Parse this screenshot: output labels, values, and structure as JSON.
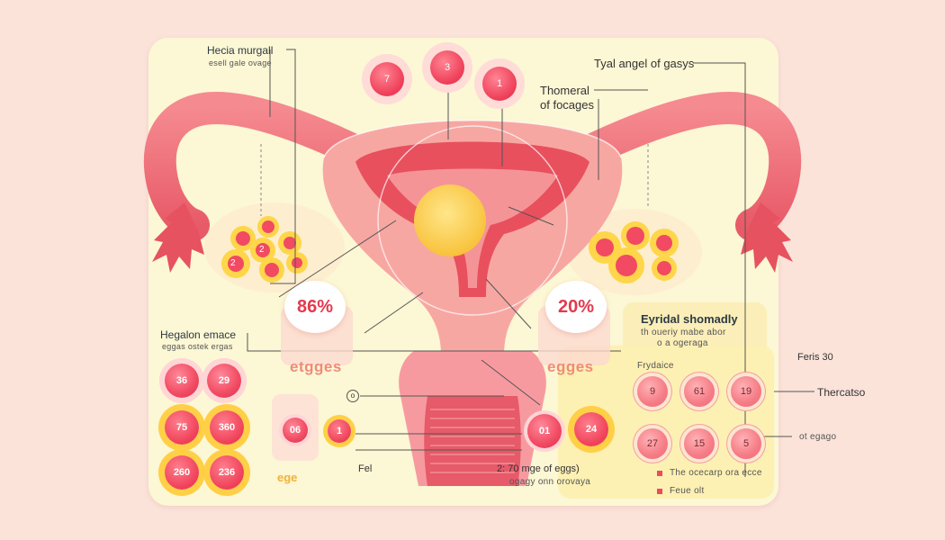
{
  "labels": {
    "top_left_title": "Hecia murgall",
    "top_left_sub": "esell gale ovage",
    "top_right_title": "Tyal angel of gasys",
    "thomeral_1": "Thomeral",
    "thomeral_2": "of focages",
    "left_mid_title": "Hegalon emace",
    "left_mid_sub": "eggas ostek ergas",
    "right_mid_title": "Eyridal shomadly",
    "right_mid_sub_1": "th oueriy mabe abor",
    "right_mid_sub_2": "o a ogeraga",
    "frydaice": "Frydaice",
    "feris": "Feris 30",
    "thercatso": "Thercatso",
    "ot_egago": "ot egago",
    "ege": "ege",
    "fel": "Fel",
    "bottom_caption_1": "2: 70 mge of eggs)",
    "bottom_caption_2": "ogagy onn orovaya",
    "key_1": "The ocecarp ora ecce",
    "key_2": "Feue olt",
    "circle_q": "o"
  },
  "percentages": {
    "left": "86%",
    "right": "20%"
  },
  "egg_words": {
    "left": "etgges",
    "right": "egges"
  },
  "top_eggs": [
    "7",
    "3",
    "1"
  ],
  "left_grid": [
    "36",
    "29",
    "75",
    "360",
    "260",
    "236"
  ],
  "center_eggs": [
    "06",
    "1"
  ],
  "bottom_pair": [
    "01",
    "24"
  ],
  "right_grid": [
    "9",
    "61",
    "19",
    "27",
    "15",
    "5"
  ],
  "ovary_left_eggs": [
    "2",
    "2"
  ],
  "colors": {
    "background": "#fbe3da",
    "card": "#fcf7d4",
    "accent_red": "#e23a4e",
    "egg_gold": "#ffcf46",
    "uterus_pink": "#f07f86"
  }
}
